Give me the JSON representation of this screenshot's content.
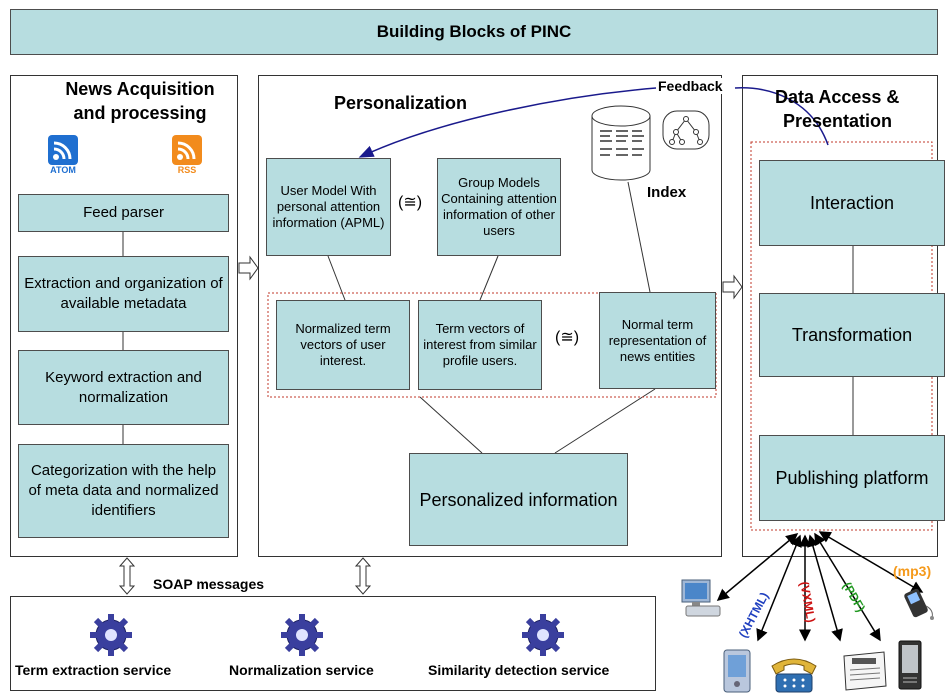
{
  "header": {
    "title": "Building Blocks of PINC"
  },
  "acquisition": {
    "title_line1": "News Acquisition",
    "title_line2": "and processing",
    "feeds": [
      {
        "icon": "atom-feed-icon",
        "label": "ATOM"
      },
      {
        "icon": "rss-feed-icon",
        "label": "RSS"
      }
    ],
    "steps": [
      "Feed parser",
      "Extraction and organization of available metadata",
      "Keyword extraction and normalization",
      "Categorization with the help of meta data and normalized identifiers"
    ]
  },
  "personalization": {
    "title": "Personalization",
    "user_model": "User Model With personal attention information (APML)",
    "group_models": "Group Models Containing attention information of other users",
    "approx_symbol": "(≅)",
    "index_label": "Index",
    "feedback_label": "Feedback",
    "normalized_term_vectors": "Normalized term vectors of user interest.",
    "similar_profile_vectors": "Term vectors of interest from similar profile users.",
    "normal_term_representation": "Normal term representation of news entities",
    "personalized_information": "Personalized information"
  },
  "presentation": {
    "title_line1": "Data Access &",
    "title_line2": "Presentation",
    "steps": [
      "Interaction",
      "Transformation",
      "Publishing platform"
    ]
  },
  "soap": {
    "label": "SOAP messages"
  },
  "services": [
    "Term extraction service",
    "Normalization service",
    "Similarity detection service"
  ],
  "formats": [
    {
      "label": "(XHTML)",
      "color": "#1f3fbf"
    },
    {
      "label": "(VXML)",
      "color": "#cc1111"
    },
    {
      "label": "(PDF)",
      "color": "#229922"
    },
    {
      "label": "(mp3)",
      "color": "#f59a1c"
    }
  ],
  "devices": [
    "desktop-computer-icon",
    "pda-icon",
    "telephone-icon",
    "newspaper-icon",
    "ebook-reader-icon",
    "mp3-player-icon"
  ]
}
